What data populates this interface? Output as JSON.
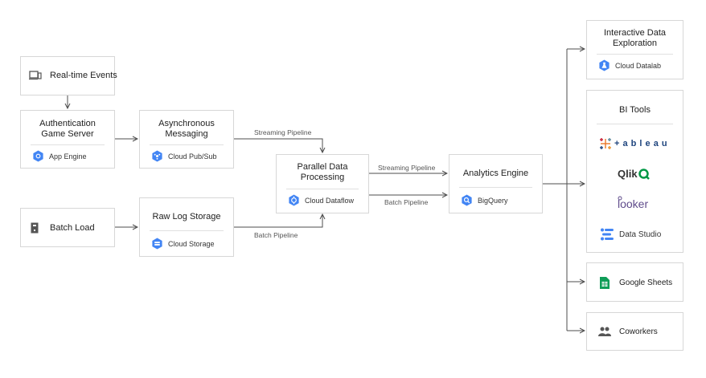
{
  "sources": {
    "realtime": "Real-time Events",
    "batch": "Batch Load"
  },
  "nodes": {
    "auth": {
      "title_line1": "Authentication",
      "title_line2": "Game Server",
      "service": "App Engine"
    },
    "messaging": {
      "title_line1": "Asynchronous",
      "title_line2": "Messaging",
      "service": "Cloud Pub/Sub"
    },
    "storage": {
      "title": "Raw Log Storage",
      "service": "Cloud Storage"
    },
    "processing": {
      "title_line1": "Parallel Data",
      "title_line2": "Processing",
      "service": "Cloud Dataflow"
    },
    "analytics": {
      "title": "Analytics Engine",
      "service": "BigQuery"
    }
  },
  "edges": {
    "streaming_top": "Streaming Pipeline",
    "streaming_mid": "Streaming Pipeline",
    "batch_mid": "Batch Pipeline",
    "batch_bottom": "Batch Pipeline"
  },
  "outputs": {
    "exploration": {
      "title_line1": "Interactive Data",
      "title_line2": "Exploration",
      "service": "Cloud Datalab"
    },
    "bi": {
      "title": "BI Tools",
      "tableau": "+ a b l e a u",
      "qlik": "Qlik",
      "looker": "looker",
      "datastudio": "Data Studio"
    },
    "sheets": "Google Sheets",
    "coworkers": "Coworkers"
  },
  "colors": {
    "gcp_blue": "#4285f4",
    "arrow": "#4d4d4d",
    "border": "#d7d7d7",
    "sheets_green": "#0f9d58",
    "qlik_green": "#009845",
    "looker_purple": "#5f4b8b",
    "tableau_orange": "#e97627",
    "tableau_blue": "#1f457e"
  },
  "icons": [
    "devices-icon",
    "hexagon-icon",
    "server-icon",
    "sheets-icon",
    "people-icon",
    "tableau-icon",
    "qlik-icon",
    "looker-icon",
    "data-studio-icon"
  ]
}
